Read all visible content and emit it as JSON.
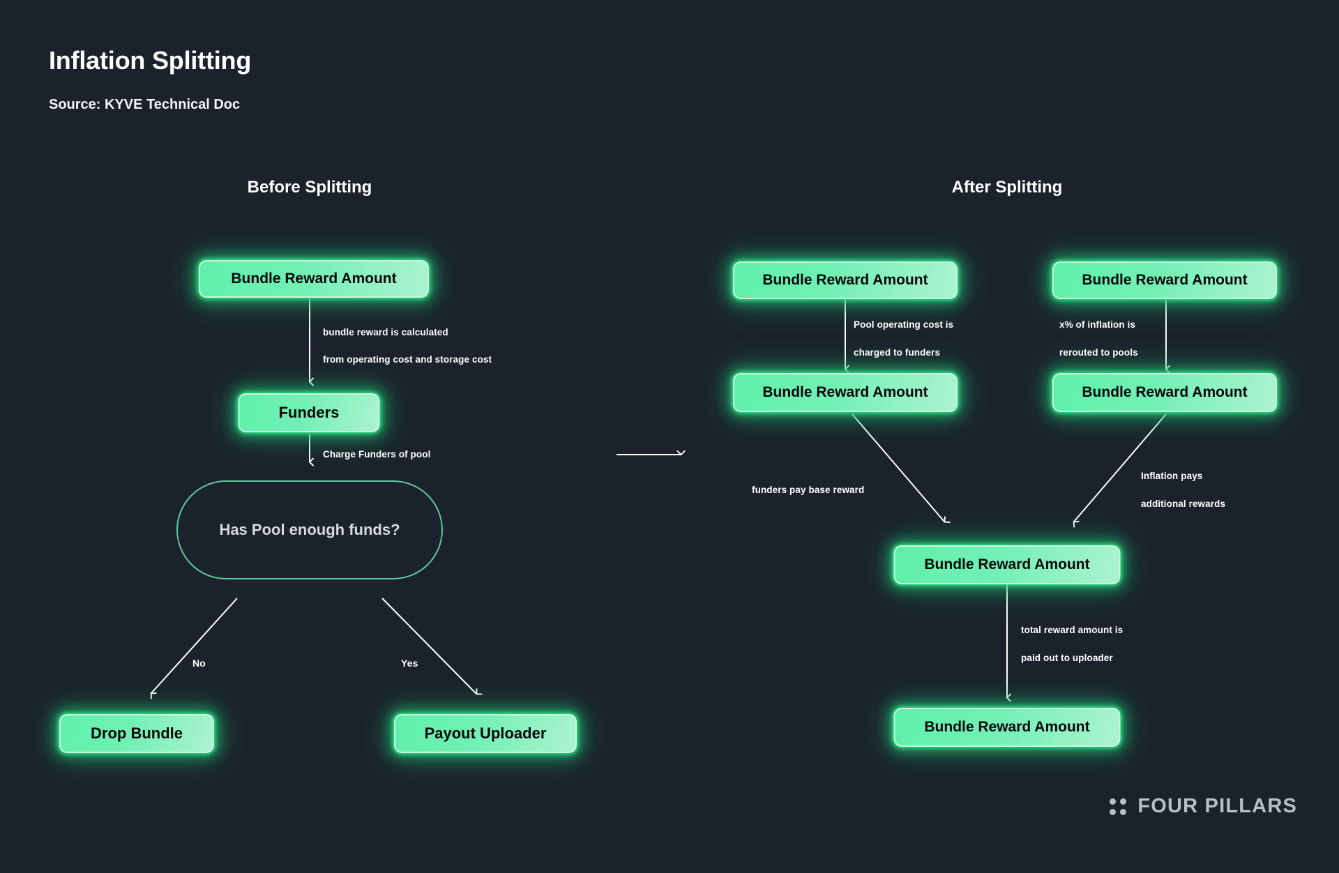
{
  "header": {
    "title": "Inflation Splitting",
    "source": "Source: KYVE Technical Doc"
  },
  "columns": {
    "before": {
      "heading": "Before Splitting"
    },
    "after": {
      "heading": "After Splitting"
    }
  },
  "labels": {
    "bundle_reward_amount": "Bundle Reward Amount",
    "funders": "Funders",
    "has_pool_enough_funds": "Has Pool enough funds?",
    "drop_bundle": "Drop Bundle",
    "payout_uploader": "Payout Uploader"
  },
  "edges": {
    "bundle_reward_calculated_l1": "bundle reward is calculated",
    "bundle_reward_calculated_l2": "from operating cost and storage cost",
    "charge_funders": "Charge Funders of pool",
    "no": "No",
    "yes": "Yes",
    "pool_operating_cost_l1": "Pool operating cost is",
    "pool_operating_cost_l2": "charged to funders",
    "inflation_reroute_l1": "x% of inflation is",
    "inflation_reroute_l2": "rerouted to pools",
    "funders_pay_base_reward": "funders pay base reward",
    "inflation_pays_l1": "Inflation pays",
    "inflation_pays_l2": "additional rewards",
    "total_reward_l1": "total reward amount is",
    "total_reward_l2": "paid out to uploader"
  },
  "brand": {
    "name": "FOUR PILLARS"
  },
  "colors": {
    "background": "#1b222c",
    "node_green": "#6ff0b0",
    "node_outline": "#5cc999",
    "arrow": "#ffffff",
    "text_light": "#ffffff",
    "brand": "#b9bfc7"
  }
}
